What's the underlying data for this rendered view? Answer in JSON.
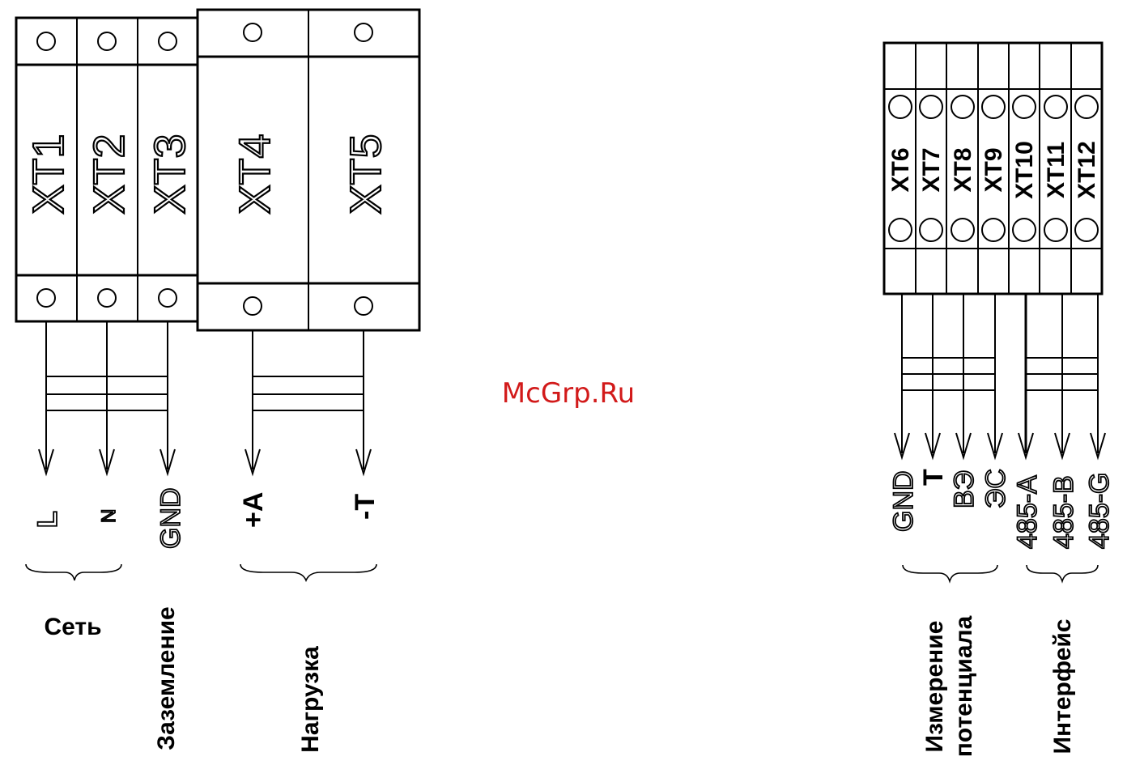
{
  "left_terminals": {
    "small": [
      "XT1",
      "XT2",
      "XT3"
    ],
    "large": [
      "XT4",
      "XT5"
    ]
  },
  "right_terminals": [
    "XT6",
    "XT7",
    "XT8",
    "XT9",
    "XT10",
    "XT11",
    "XT12"
  ],
  "left_signals": {
    "L": "L",
    "N": "N",
    "GND": "GND",
    "plusA": "+A",
    "minusT": "-T"
  },
  "right_signals": [
    "GND",
    "T",
    "ВЭ",
    "ЭС",
    "485-A",
    "485-B",
    "485-G"
  ],
  "groups": {
    "set": "Сеть",
    "zazemlenie": "Заземление",
    "nagruzka": "Нагрузка",
    "izmerenie_line1": "Измерение",
    "izmerenie_line2": "потенциала",
    "interfeys": "Интерфейс"
  },
  "watermark": "McGrp.Ru"
}
